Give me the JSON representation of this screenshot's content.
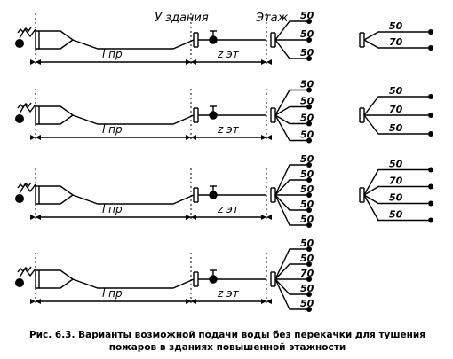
{
  "headers": {
    "building": "У здания",
    "floor": "Этаж"
  },
  "dims": {
    "main": "l пр",
    "riser": "z эт"
  },
  "rows": [
    {
      "name": "variant-1",
      "left": [
        "50",
        "50",
        "50"
      ],
      "right": [
        "50",
        "70"
      ]
    },
    {
      "name": "variant-2",
      "left": [
        "50",
        "50",
        "50",
        "50"
      ],
      "right": [
        "50",
        "70",
        "50"
      ]
    },
    {
      "name": "variant-3",
      "left": [
        "50",
        "50",
        "50",
        "50",
        "50"
      ],
      "right": [
        "50",
        "70",
        "50",
        "50"
      ]
    },
    {
      "name": "variant-4",
      "left": [
        "50",
        "50",
        "70",
        "50",
        "50"
      ],
      "right": []
    }
  ],
  "caption": "Рис. 6.3. Варианты возможной подачи воды без перекачки для тушения пожаров в зданиях повышенной этажности"
}
